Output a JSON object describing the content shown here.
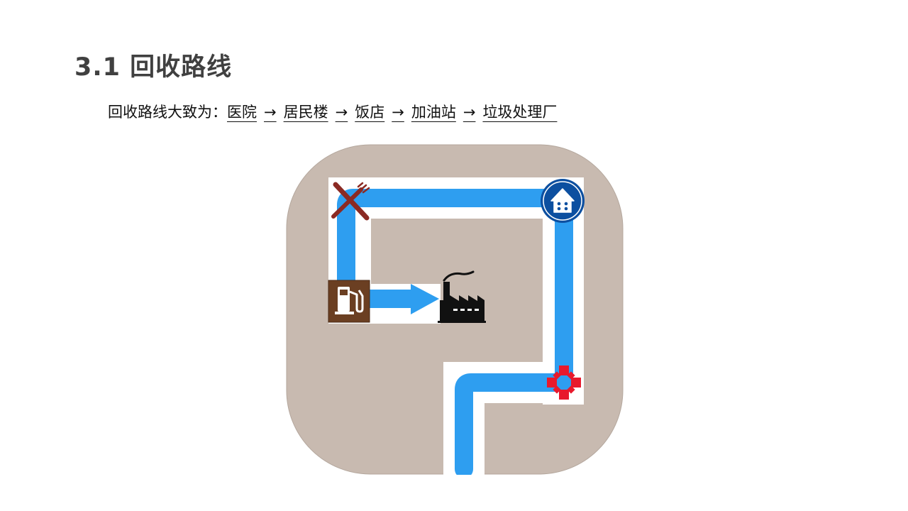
{
  "title": "3.1 回收路线",
  "route": {
    "intro": "回收路线大致为：",
    "stops": [
      "医院",
      "居民楼",
      "饭店",
      "加油站",
      "垃圾处理厂"
    ],
    "arrow": "→"
  },
  "map": {
    "icons": {
      "hospital": "hospital-cross-icon",
      "residence": "house-icon",
      "restaurant": "fork-knife-icon",
      "gas_station": "fuel-pump-icon",
      "factory": "factory-icon"
    },
    "colors": {
      "ground": "#c8bab0",
      "road": "#ffffff",
      "route": "#2e9ef0",
      "house_badge": "#0c4fa0",
      "restaurant": "#8b2a23",
      "gas_station": "#6b3f22",
      "hospital": "#e8192c",
      "factory": "#111111"
    }
  }
}
